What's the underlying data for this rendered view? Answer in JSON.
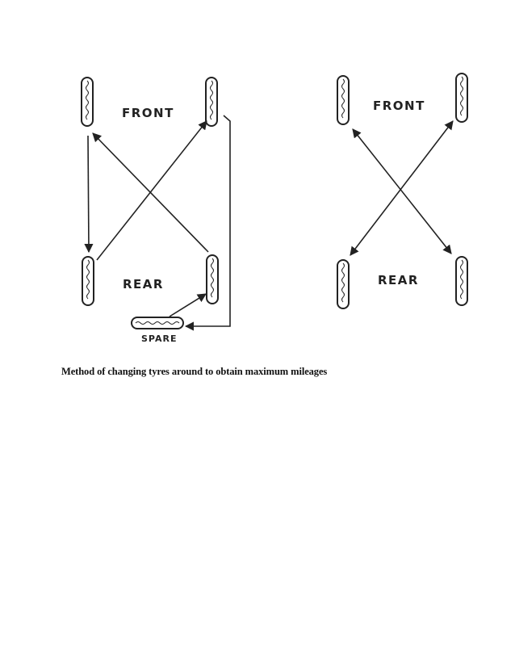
{
  "diagram_left": {
    "label_front": "FRONT",
    "label_rear": "REAR",
    "label_spare": "SPARE"
  },
  "diagram_right": {
    "label_front": "FRONT",
    "label_rear": "REAR"
  },
  "caption": "Method of changing tyres around to obtain maximum mileages",
  "colors": {
    "ink": "#222222",
    "background": "#ffffff"
  }
}
